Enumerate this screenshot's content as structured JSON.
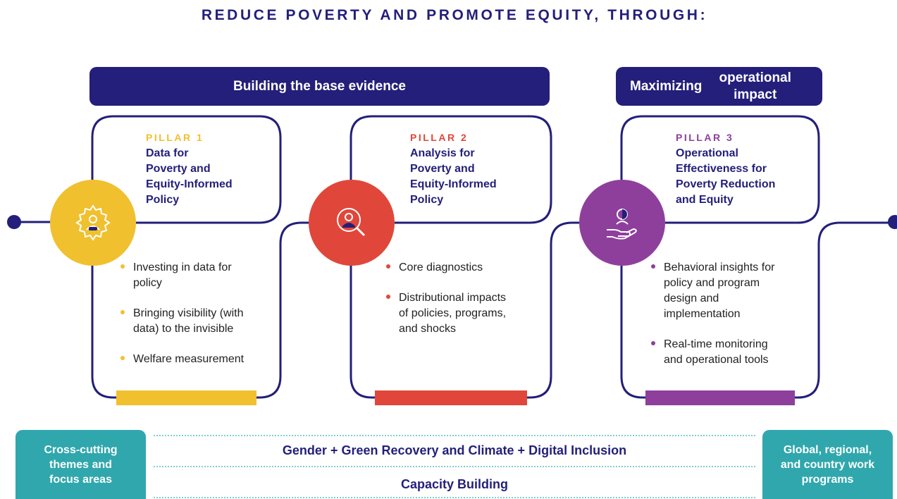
{
  "title": "REDUCE POVERTY AND PROMOTE EQUITY, THROUGH:",
  "headers": {
    "left": "Building the base evidence",
    "right_line1": "Maximizing",
    "right_line2": "operational impact"
  },
  "pillars": [
    {
      "label": "PILLAR 1",
      "title_lines": [
        "Data for",
        "Poverty and",
        "Equity-Informed",
        "Policy"
      ],
      "color": "#f0c02f",
      "icon": "gear-person-icon",
      "bullets": [
        [
          "Investing in data for",
          "policy"
        ],
        [
          "Bringing visibility (with",
          "data) to the invisible"
        ],
        [
          "Welfare measurement"
        ]
      ]
    },
    {
      "label": "PILLAR 2",
      "title_lines": [
        "Analysis for",
        "Poverty and",
        "Equity-Informed",
        "Policy"
      ],
      "color": "#e0473a",
      "icon": "magnifier-person-icon",
      "bullets": [
        [
          "Core diagnostics"
        ],
        [
          "Distributional impacts",
          "of policies, programs,",
          "and shocks"
        ]
      ]
    },
    {
      "label": "PILLAR 3",
      "title_lines": [
        "Operational",
        "Effectiveness for",
        "Poverty Reduction",
        "and Equity"
      ],
      "color": "#8e3f9c",
      "icon": "hand-person-icon",
      "bullets": [
        [
          "Behavioral insights for",
          "policy and program",
          "design and",
          "implementation"
        ],
        [
          "Real-time monitoring",
          "and operational tools"
        ]
      ]
    }
  ],
  "footer": {
    "left_box": [
      "Cross-cutting",
      "themes and",
      "focus areas"
    ],
    "right_box": [
      "Global, regional,",
      "and country work",
      "programs"
    ],
    "themes": "Gender + Green Recovery and Climate + Digital Inclusion",
    "capacity": "Capacity Building"
  },
  "colors": {
    "navy": "#231f7a",
    "teal": "#2fa7ad",
    "pillar1": "#f0c02f",
    "pillar2": "#e0473a",
    "pillar3": "#8e3f9c"
  }
}
